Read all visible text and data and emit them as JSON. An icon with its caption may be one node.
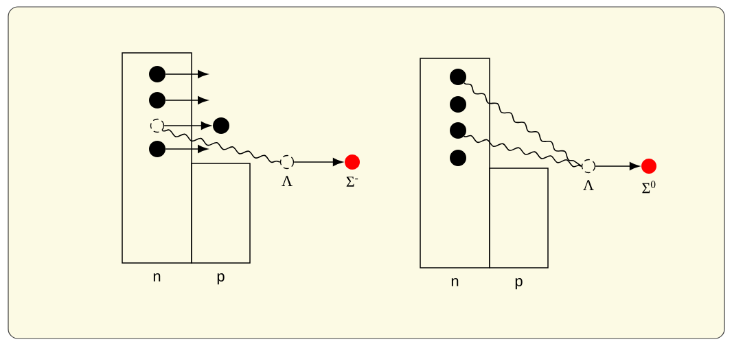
{
  "diagram": {
    "nodes": [
      {
        "text": [
          "n"
        ]
      },
      {
        "text": [
          "p"
        ]
      },
      {
        "text": [],
        "shape": "circle",
        "in": 0
      },
      {
        "text": [],
        "shape": "circle",
        "in": 0
      },
      {
        "text": [],
        "shape": "circle",
        "in": 0
      },
      {
        "text": [],
        "shape": "circle",
        "in": 0
      },
      {
        "text": [],
        "shape": "circle"
      },
      {
        "text": [
          "Λ"
        ]
      },
      {
        "text": [
          "Σ$^{-}$"
        ]
      },
      {
        "text": [
          "n"
        ]
      },
      {
        "text": [
          "p"
        ]
      },
      {
        "text": [],
        "shape": "circle",
        "in": 9
      },
      {
        "text": [],
        "shape": "circle",
        "in": 9
      },
      {
        "text": [],
        "shape": "circle",
        "in": 9
      },
      {
        "text": [],
        "shape": "circle",
        "in": 9
      },
      {
        "text": [
          "Λ"
        ]
      },
      {
        "text": [
          "Σ$^{0}$"
        ]
      }
    ],
    "edges": [
      {
        "from": 2,
        "to": null,
        "arrow": "to"
      },
      {
        "from": 3,
        "to": null,
        "arrow": "to"
      },
      {
        "from": 4,
        "to": 6,
        "arrow": "to"
      },
      {
        "from": 5,
        "to": null,
        "arrow": "to"
      },
      {
        "from": 4,
        "to": 7,
        "arrow": "none"
      },
      {
        "from": 7,
        "to": 8,
        "arrow": "to"
      },
      {
        "from": 11,
        "to": 15,
        "arrow": "none"
      },
      {
        "from": 13,
        "to": 15,
        "arrow": "none"
      },
      {
        "from": 15,
        "to": 16,
        "arrow": "to"
      }
    ]
  }
}
